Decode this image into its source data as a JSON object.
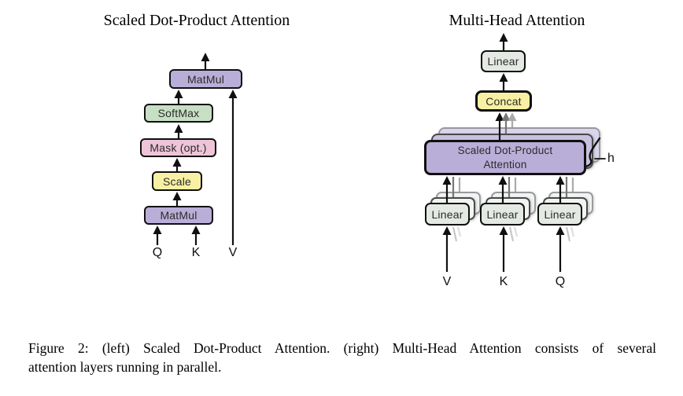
{
  "left": {
    "title": "Scaled Dot-Product Attention",
    "boxes": {
      "matmul_top": "MatMul",
      "softmax": "SoftMax",
      "mask": "Mask (opt.)",
      "scale": "Scale",
      "matmul_bottom": "MatMul"
    },
    "inputs": {
      "q": "Q",
      "k": "K",
      "v": "V"
    }
  },
  "right": {
    "title": "Multi-Head Attention",
    "boxes": {
      "linear_out": "Linear",
      "concat": "Concat",
      "attention_line1": "Scaled Dot-Product",
      "attention_line2": "Attention",
      "linear_v": "Linear",
      "linear_k": "Linear",
      "linear_q": "Linear"
    },
    "heads_label": "h",
    "inputs": {
      "v": "V",
      "k": "K",
      "q": "Q"
    }
  },
  "caption": {
    "line1": "Figure 2: (left) Scaled Dot-Product Attention. (right) Multi-Head Attention consists of several",
    "line2": "attention layers running in parallel."
  },
  "colors": {
    "purple": "#b9aed8",
    "purple_ghost_mid": "#c9c1e0",
    "purple_ghost_far": "#dbd5ec",
    "green": "#c7dfc4",
    "pink": "#eec4d8",
    "yellow": "#f8f1a3",
    "gray_green": "#e4e9e3",
    "ghost_fill": "#f2f4f2",
    "border": "#101010"
  }
}
